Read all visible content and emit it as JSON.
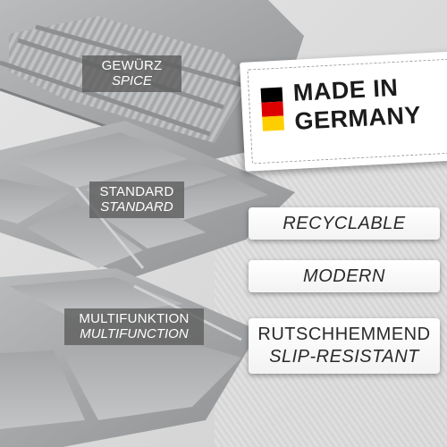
{
  "labels": {
    "spice": {
      "de": "GEWÜRZ",
      "en": "SPICE"
    },
    "standard": {
      "de": "STANDARD",
      "en": "STANDARD"
    },
    "multi": {
      "de": "MULTIFUNKTION",
      "en": "MULTIFUNCTION"
    }
  },
  "badge": {
    "line1": "MADE IN",
    "line2": "GERMANY"
  },
  "features": {
    "recyclable": "RECYCLABLE",
    "modern": "MODERN",
    "slip": {
      "de": "RUTSCHHEMMEND",
      "en": "SLIP-RESISTANT"
    }
  },
  "colors": {
    "flag_black": "#000000",
    "flag_red": "#dd0000",
    "flag_gold": "#ffce00",
    "tray": "#a9abad",
    "overlay": "#5f5f5f"
  }
}
